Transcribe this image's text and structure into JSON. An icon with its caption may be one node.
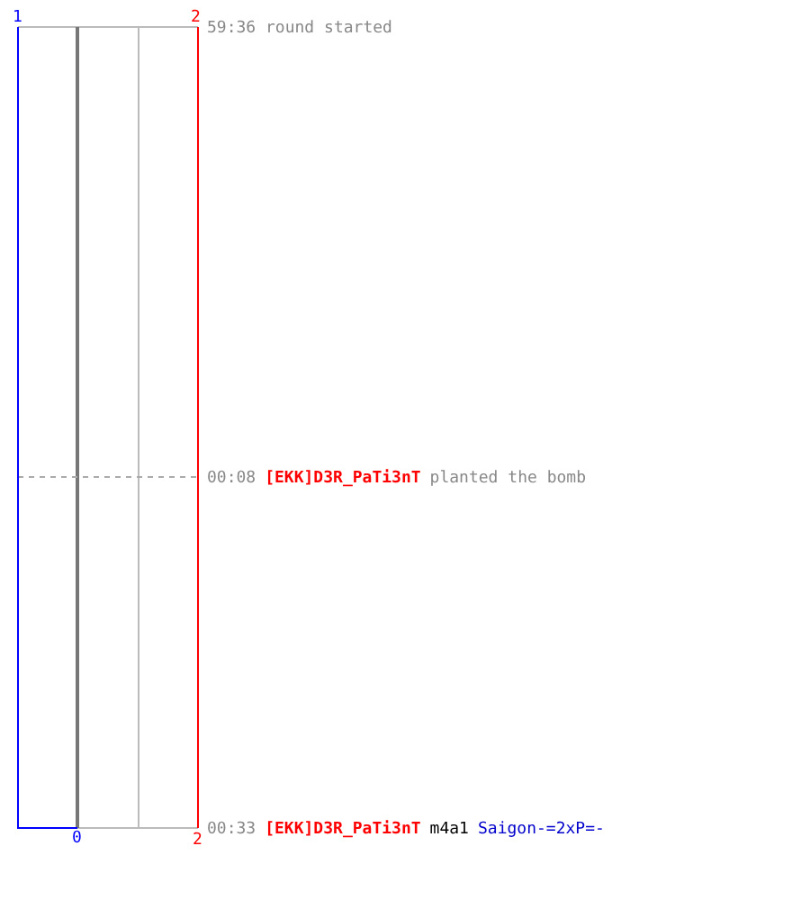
{
  "diagram": {
    "labels": [
      "1",
      "2",
      "59:36 round started",
      "00:08",
      "[EKK]D3R_PaTi3nT",
      "planted the bomb",
      "00:33",
      "[EKK]D3R_PaTi3nT",
      "m4a1",
      "Saigon-=2xP=-",
      "0",
      "2"
    ]
  }
}
